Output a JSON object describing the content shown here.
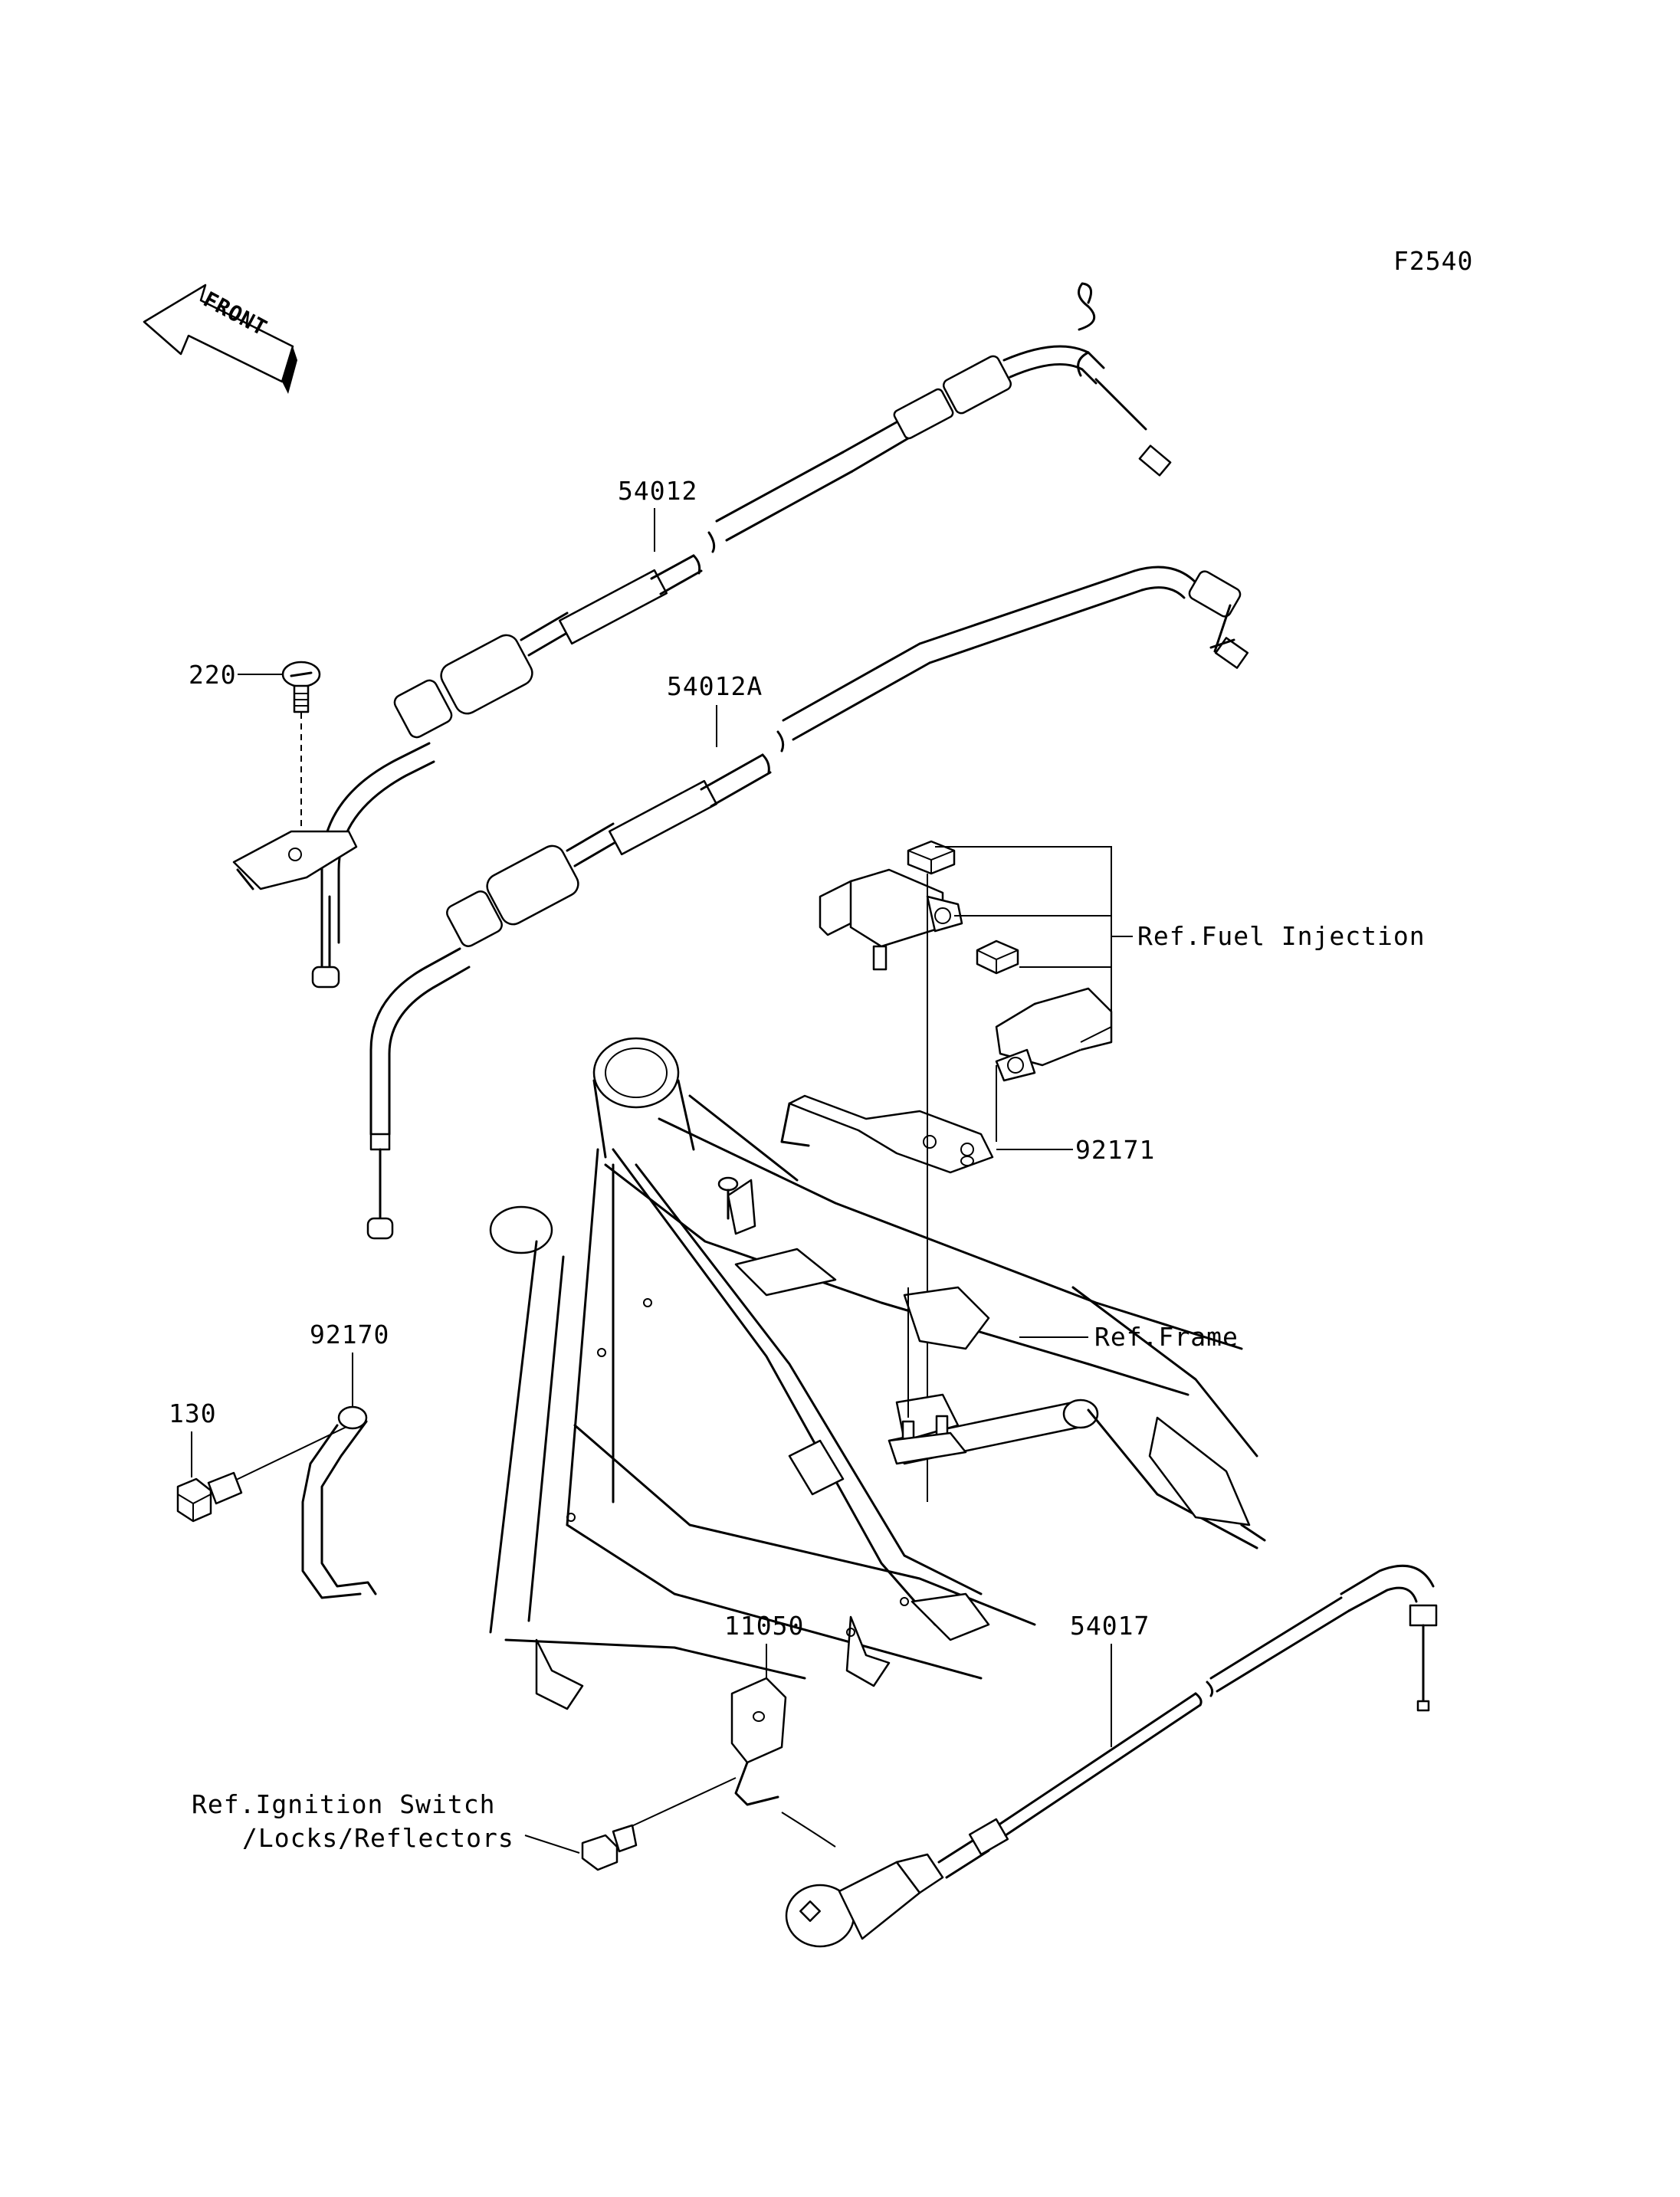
{
  "diagram_id": "F2540",
  "front_arrow": {
    "label": "FRONT",
    "icon": "front-direction-arrow-icon"
  },
  "callouts": {
    "c54012": "54012",
    "c220": "220",
    "c54012A": "54012A",
    "fuel_injection": "Ref.Fuel Injection",
    "c92171": "92171",
    "frame": "Ref.Frame",
    "c92170": "92170",
    "c130": "130",
    "c11050": "11050",
    "c54017": "54017",
    "ignition_line1": "Ref.Ignition Switch",
    "ignition_line2": "/Locks/Reflectors"
  }
}
